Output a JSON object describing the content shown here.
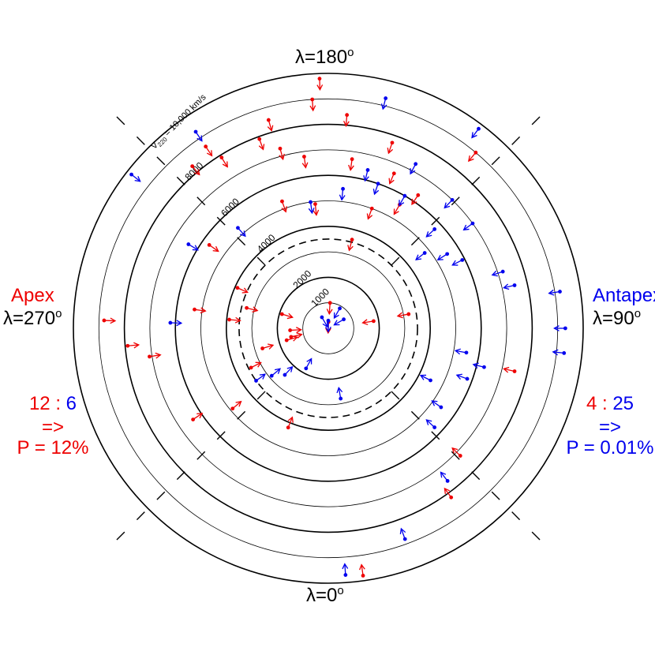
{
  "chart_data": {
    "type": "scatter",
    "title": "",
    "projection": "polar plot of ecliptic longitude λ with velocity radius",
    "radius_label": "V220 = 10,000 km/s",
    "radius_label_sub": "220",
    "radius_label_main_prefix": "V",
    "radius_label_rest": " = 10,000 km/s",
    "ring_labels": [
      "1000",
      "2000",
      "4000",
      "6000",
      "8000"
    ],
    "rings_thick_kms": [
      2000,
      4000,
      6000,
      8000,
      10000
    ],
    "rings_thin_kms": [
      1000,
      3000,
      5000,
      7000,
      9000
    ],
    "ring_dashed_kms": 3500,
    "max_radius_kms": 10000,
    "direction_labels": {
      "top": "λ=180",
      "bottom": "λ=0",
      "left_name": "Apex",
      "left_lambda": "λ=270",
      "right_name": "Antapex",
      "right_lambda": "λ=90",
      "degree": "o"
    },
    "counts": {
      "apex": {
        "text_red": "12",
        "sep": ":",
        "text_blue": "6",
        "arrow": "=>",
        "p": "P = 12%"
      },
      "antapex": {
        "text_red": "4",
        "sep": ":",
        "text_blue": "25",
        "arrow": "=>",
        "p": "P = 0.01%"
      }
    },
    "colors": {
      "red": "#ee0000",
      "blue": "#0000ee",
      "axis": "#000000"
    },
    "series": [
      {
        "color": "red",
        "points": [
          {
            "lambda": 184,
            "v": 9000
          },
          {
            "lambda": 196,
            "v": 8500
          },
          {
            "lambda": 182,
            "v": 9800
          },
          {
            "lambda": 214,
            "v": 8600
          },
          {
            "lambda": 220,
            "v": 8300
          },
          {
            "lambda": 212,
            "v": 7900
          },
          {
            "lambda": 200,
            "v": 7900
          },
          {
            "lambda": 195,
            "v": 7300
          },
          {
            "lambda": 188,
            "v": 6800
          },
          {
            "lambda": 175,
            "v": 8400
          },
          {
            "lambda": 172,
            "v": 6700
          },
          {
            "lambda": 161,
            "v": 7700
          },
          {
            "lambda": 157,
            "v": 6600
          },
          {
            "lambda": 140,
            "v": 9000
          },
          {
            "lambda": 160,
            "v": 5000
          },
          {
            "lambda": 186,
            "v": 4900
          },
          {
            "lambda": 200,
            "v": 5300
          },
          {
            "lambda": 235,
            "v": 5700
          },
          {
            "lambda": 246,
            "v": 3900
          },
          {
            "lambda": 262,
            "v": 5300
          },
          {
            "lambda": 265,
            "v": 3900
          },
          {
            "lambda": 256,
            "v": 3300
          },
          {
            "lambda": 268,
            "v": 8800
          },
          {
            "lambda": 275,
            "v": 7900
          },
          {
            "lambda": 279,
            "v": 7100
          },
          {
            "lambda": 287,
            "v": 2700
          },
          {
            "lambda": 297,
            "v": 3400
          },
          {
            "lambda": 304,
            "v": 6400
          },
          {
            "lambda": 310,
            "v": 4900
          },
          {
            "lambda": 338,
            "v": 4200
          },
          {
            "lambda": 8,
            "v": 9800
          },
          {
            "lambda": 36,
            "v": 8200
          },
          {
            "lambda": 46,
            "v": 7200
          },
          {
            "lambda": 77,
            "v": 7500
          },
          {
            "lambda": 99,
            "v": 1800
          },
          {
            "lambda": 100,
            "v": 3200
          },
          {
            "lambda": 176,
            "v": 1000
          },
          {
            "lambda": 178,
            "v": 250
          },
          {
            "lambda": 146,
            "v": 6300
          },
          {
            "lambda": 165,
            "v": 3600
          },
          {
            "lambda": 150,
            "v": 5600
          },
          {
            "lambda": 253,
            "v": 1900
          },
          {
            "lambda": 273,
            "v": 1500
          },
          {
            "lambda": 283,
            "v": 1500
          },
          {
            "lambda": 286,
            "v": 1700
          }
        ]
      },
      {
        "color": "blue",
        "points": [
          {
            "lambda": 166,
            "v": 9300
          },
          {
            "lambda": 143,
            "v": 9800
          },
          {
            "lambda": 152,
            "v": 7300
          },
          {
            "lambda": 166,
            "v": 6400
          },
          {
            "lambda": 174,
            "v": 5500
          },
          {
            "lambda": 188,
            "v": 5000
          },
          {
            "lambda": 161,
            "v": 6000
          },
          {
            "lambda": 150,
            "v": 6000
          },
          {
            "lambda": 136,
            "v": 7000
          },
          {
            "lambda": 126,
            "v": 7000
          },
          {
            "lambda": 133,
            "v": 5700
          },
          {
            "lambda": 128,
            "v": 4800
          },
          {
            "lambda": 122,
            "v": 5500
          },
          {
            "lambda": 117,
            "v": 5900
          },
          {
            "lambda": 108,
            "v": 7200
          },
          {
            "lambda": 103,
            "v": 7500
          },
          {
            "lambda": 99,
            "v": 9200
          },
          {
            "lambda": 90,
            "v": 9300
          },
          {
            "lambda": 84,
            "v": 9300
          },
          {
            "lambda": 80,
            "v": 5500
          },
          {
            "lambda": 76,
            "v": 6300
          },
          {
            "lambda": 70,
            "v": 5800
          },
          {
            "lambda": 63,
            "v": 4500
          },
          {
            "lambda": 55,
            "v": 5400
          },
          {
            "lambda": 47,
            "v": 5700
          },
          {
            "lambda": 38,
            "v": 7600
          },
          {
            "lambda": 20,
            "v": 8800
          },
          {
            "lambda": 4,
            "v": 9700
          },
          {
            "lambda": 214,
            "v": 9300
          },
          {
            "lambda": 222,
            "v": 5300
          },
          {
            "lambda": 239,
            "v": 6400
          },
          {
            "lambda": 268,
            "v": 6200
          },
          {
            "lambda": 232,
            "v": 9800
          },
          {
            "lambda": 306,
            "v": 3500
          },
          {
            "lambda": 310,
            "v": 2900
          },
          {
            "lambda": 317,
            "v": 2500
          },
          {
            "lambda": 331,
            "v": 1800
          },
          {
            "lambda": 10,
            "v": 2800
          },
          {
            "lambda": 180,
            "v": 300
          },
          {
            "lambda": 150,
            "v": 900
          },
          {
            "lambda": 120,
            "v": 700
          },
          {
            "lambda": 210,
            "v": 500
          }
        ]
      }
    ]
  }
}
